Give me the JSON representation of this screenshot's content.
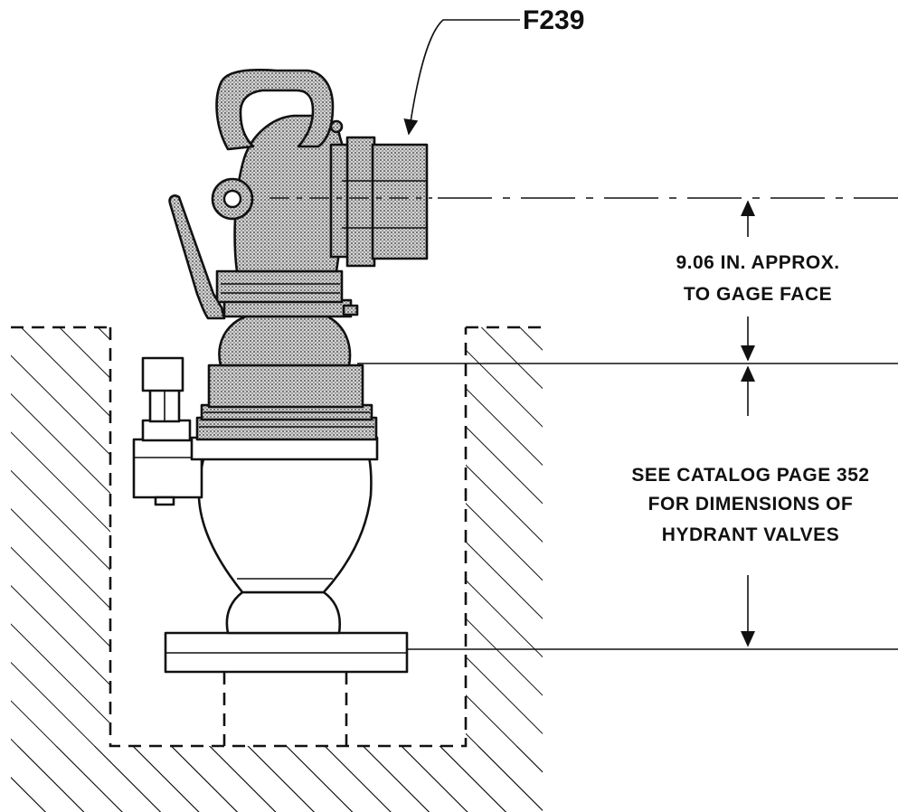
{
  "diagram": {
    "part_number": "F239",
    "dimension_upper": {
      "line1": "9.06 IN. APPROX.",
      "line2": "TO GAGE FACE"
    },
    "dimension_lower": {
      "line1": "SEE CATALOG PAGE 352",
      "line2": "FOR DIMENSIONS OF",
      "line3": "HYDRANT VALVES"
    }
  }
}
